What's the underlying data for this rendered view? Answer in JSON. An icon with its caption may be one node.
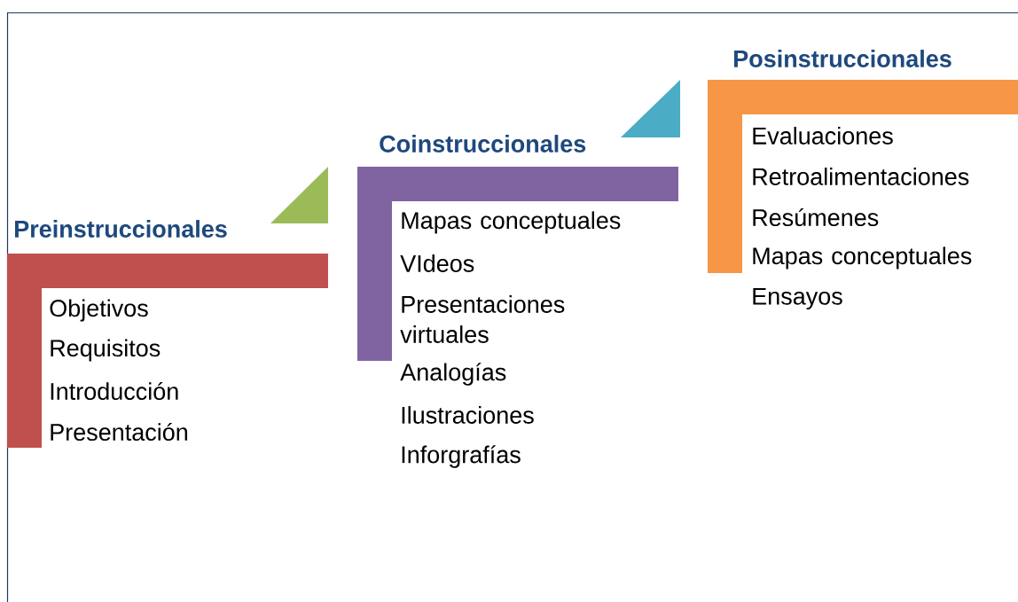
{
  "diagram": {
    "nodes": [
      {
        "text": [
          "Preinstruccionales",
          "Objetivos",
          "Requisitos",
          "Introducción",
          "Presentación"
        ]
      },
      {
        "text": [
          "Coinstruccionales",
          "Mapas conceptuales",
          "VIdeos",
          "Presentaciones virtuales",
          "Analogías",
          "Ilustraciones",
          "Inforgrafías"
        ]
      },
      {
        "text": [
          "Posinstruccionales",
          "Evaluaciones",
          "Retroalimentaciones",
          "Resúmenes",
          "Mapas conceptuales",
          "Ensayos"
        ]
      }
    ]
  }
}
